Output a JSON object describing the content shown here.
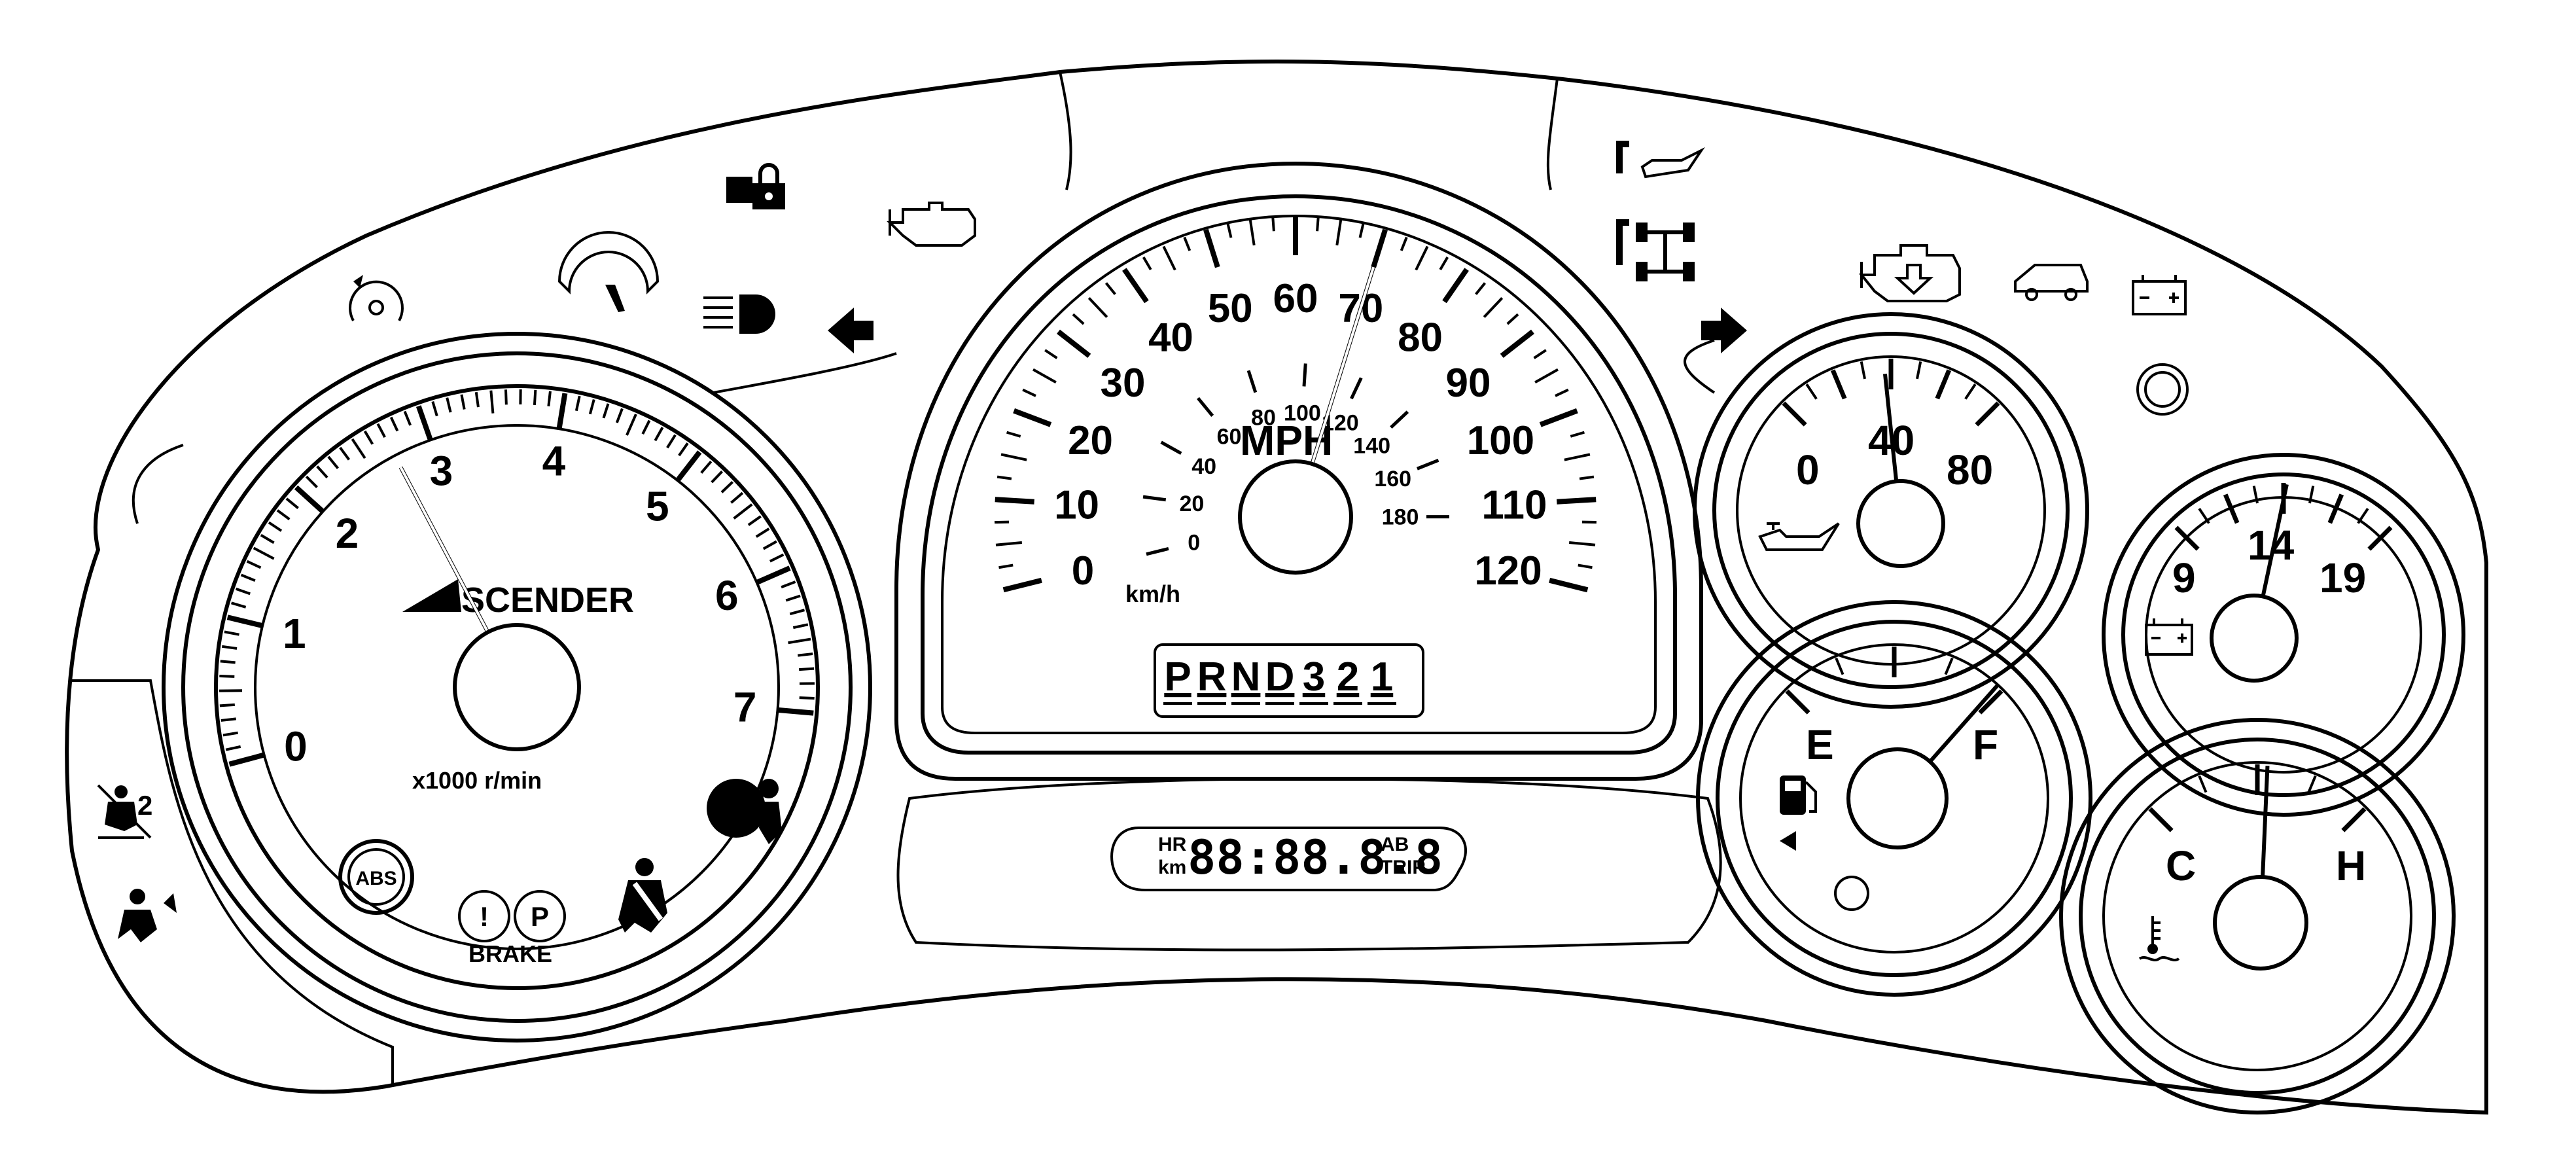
{
  "colors": {
    "line": "#000000",
    "background": "#ffffff"
  },
  "tachometer": {
    "brand": "SCENDER",
    "unit": "x1000  r/min",
    "ticks": [
      "0",
      "1",
      "2",
      "3",
      "4",
      "5",
      "6",
      "7"
    ],
    "needle_value": 2.7
  },
  "speedometer": {
    "unit_primary": "MPH",
    "unit_secondary": "km/h",
    "mph_ticks": [
      "0",
      "10",
      "20",
      "30",
      "40",
      "50",
      "60",
      "70",
      "80",
      "90",
      "100",
      "110",
      "120"
    ],
    "kmh_ticks": [
      "0",
      "20",
      "40",
      "60",
      "80",
      "100",
      "120",
      "140",
      "160",
      "180"
    ],
    "needle_value": 70,
    "gear_indicator": [
      "P",
      "R",
      "N",
      "D",
      "3",
      "2",
      "1"
    ]
  },
  "odometer": {
    "left_top": "HR",
    "left_bottom": "km",
    "digits": "88:88.8.8",
    "right_top": "AB",
    "right_bottom": "TRIP"
  },
  "oil_pressure_gauge": {
    "ticks": [
      "0",
      "40",
      "80"
    ],
    "needle_value": 40
  },
  "fuel_gauge": {
    "empty_label": "E",
    "full_label": "F",
    "needle_fraction": 0.85
  },
  "voltmeter": {
    "ticks": [
      "9",
      "14",
      "19"
    ],
    "needle_value": 14
  },
  "temperature_gauge": {
    "cold_label": "C",
    "hot_label": "H",
    "needle_fraction": 0.45
  },
  "warning_lights": {
    "brake_label": "BRAKE",
    "abs_label": "ABS",
    "icons": [
      "cruise-control-icon",
      "fuel-economy-icon",
      "security-lock-icon",
      "check-engine-icon",
      "high-beam-icon",
      "left-turn-arrow-icon",
      "change-oil-icon",
      "service-4wd-icon",
      "reduced-engine-power-icon",
      "tailgate-ajar-icon",
      "battery-icon",
      "right-turn-arrow-icon",
      "passenger-airbag-off-icon",
      "traction-control-icon",
      "airbag-icon",
      "seatbelt-icon"
    ]
  }
}
